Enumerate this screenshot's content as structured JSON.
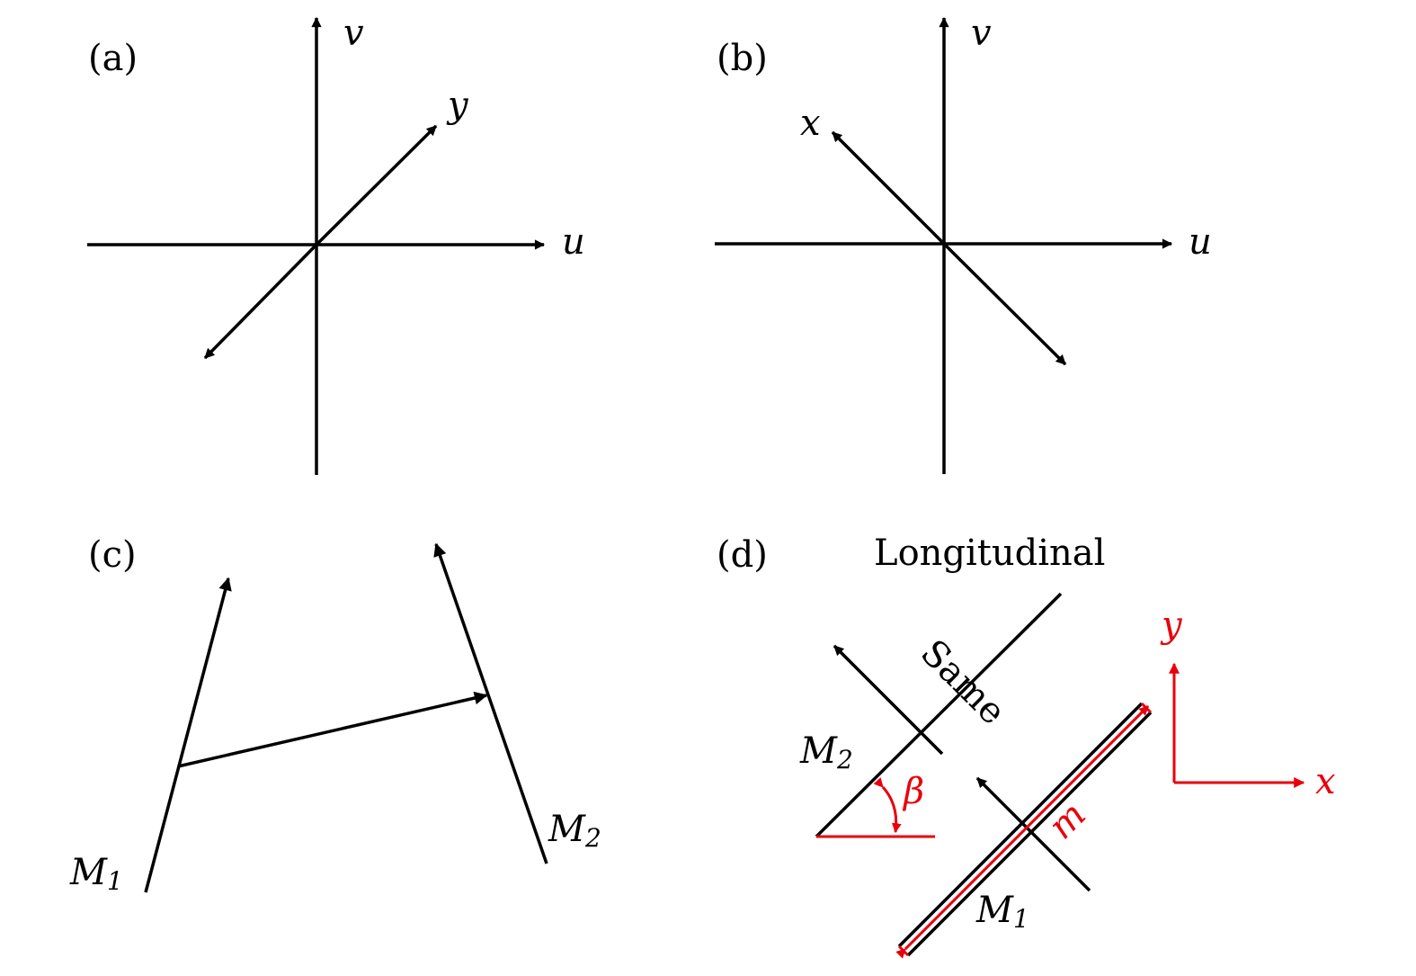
{
  "panels": {
    "a": {
      "tag": "(a)",
      "axis_v": "v",
      "axis_u": "u",
      "axis_diag": "y"
    },
    "b": {
      "tag": "(b)",
      "axis_v": "v",
      "axis_u": "u",
      "axis_diag": "x"
    },
    "c": {
      "tag": "(c)",
      "m1_base": "M",
      "m1_sub": "1",
      "m2_base": "M",
      "m2_sub": "2"
    },
    "d": {
      "tag": "(d)",
      "title": "Longitudinal",
      "same": "Same",
      "m2_base": "M",
      "m2_sub": "2",
      "m1_base": "M",
      "m1_sub": "1",
      "beta": "β",
      "m_len": "m",
      "frame_y": "y",
      "frame_x": "x"
    }
  },
  "colors": {
    "ink": "#000000",
    "accent": "#e8000b"
  }
}
